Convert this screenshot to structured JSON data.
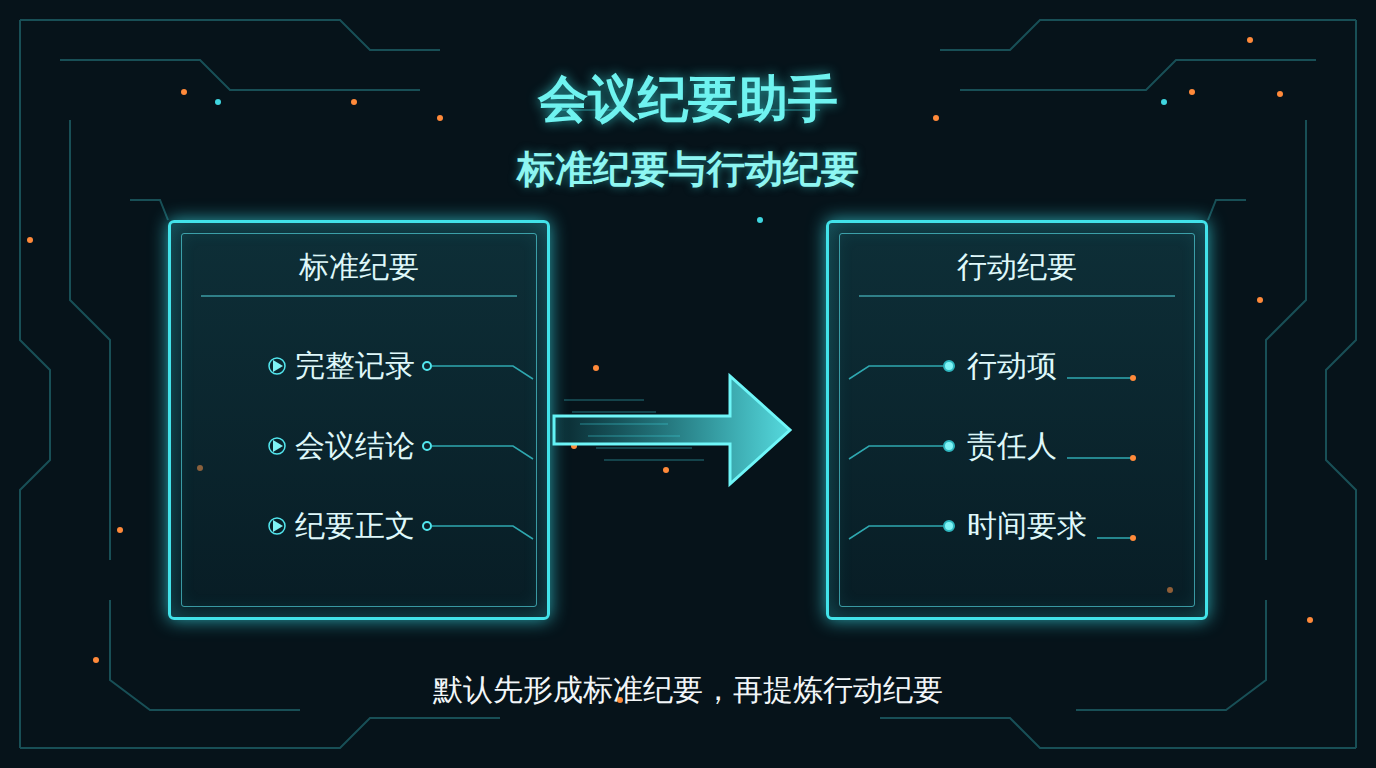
{
  "diagram": {
    "title": "会议纪要助手",
    "caption": "默认先形成标准纪要，再提炼行动纪要",
    "nodes": [
      {
        "text": [
          "标准纪要",
          "完整记录",
          "会议结论",
          "纪要正文"
        ]
      },
      {
        "text": [
          "行动纪要",
          "行动项",
          "责任人",
          "时间要求"
        ]
      }
    ],
    "edges": [
      {
        "from": 0,
        "to": 1,
        "arrow": "to"
      }
    ],
    "labels": [
      "标准纪要与行动纪要"
    ]
  }
}
